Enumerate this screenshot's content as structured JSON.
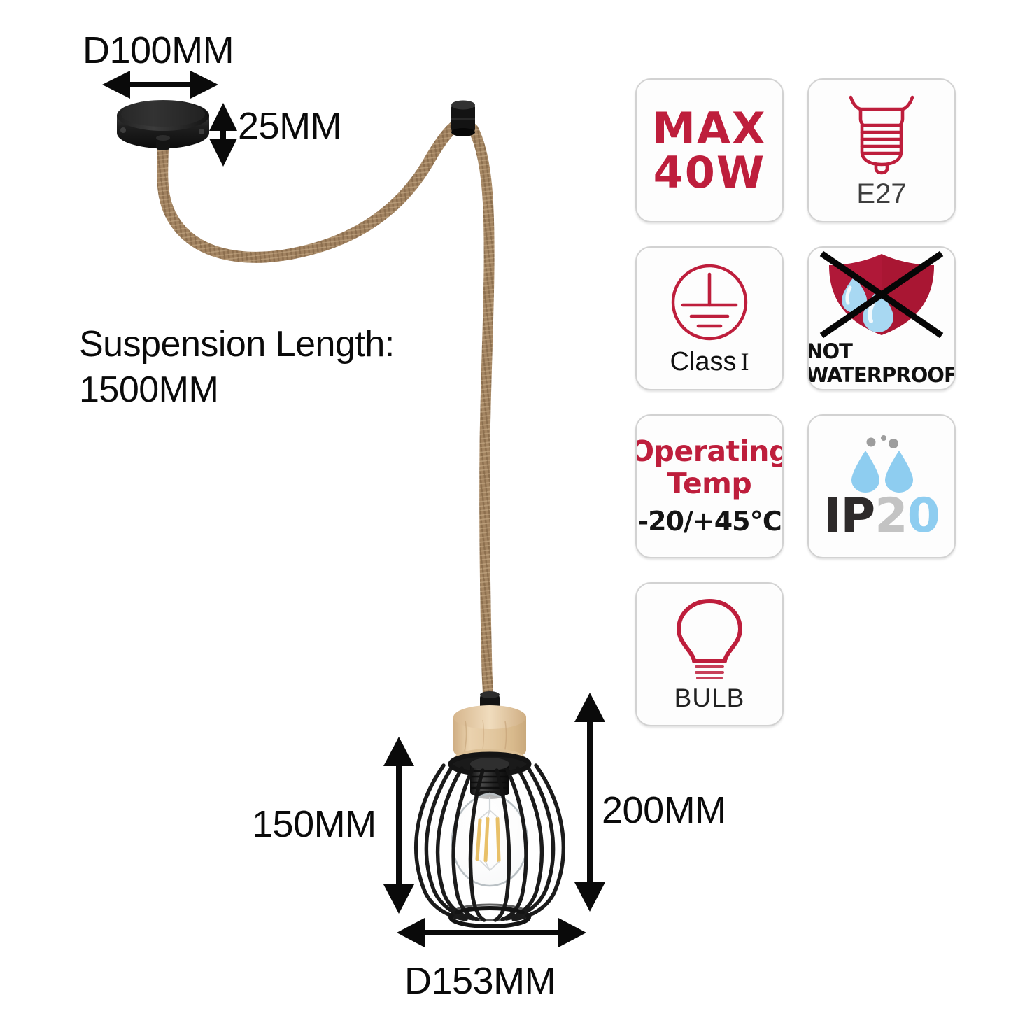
{
  "product": {
    "type": "pendant-light-dimension-diagram",
    "background_color": "#ffffff"
  },
  "dimensions": {
    "canopy_diameter": "D100MM",
    "canopy_height": "25MM",
    "suspension_label": "Suspension Length:\n1500MM",
    "shade_height": "150MM",
    "total_height": "200MM",
    "shade_diameter": "D153MM"
  },
  "colors": {
    "accent_red": "#be1e3c",
    "shield_red": "#b01838",
    "water_blue": "#8ecdf0",
    "cord_jute": "#ab8a66",
    "wood_cap": "#e0c49b",
    "metal_black": "#1c1c1c",
    "filament_amber": "#e8c068",
    "box_border": "#d2d2d2",
    "ip_dark": "#2e2b2b",
    "ip_gray": "#c3c3c3"
  },
  "spec_icons": [
    {
      "id": "max-wattage",
      "icon": "max-wattage-text",
      "line1": "MAX",
      "line2": "40W",
      "caption": ""
    },
    {
      "id": "lamp-base",
      "icon": "e27-socket-icon",
      "caption": "E27"
    },
    {
      "id": "protection-class",
      "icon": "class-1-earth-icon",
      "caption": "Class",
      "caption_suffix": "I"
    },
    {
      "id": "waterproof-rating",
      "icon": "not-waterproof-icon",
      "caption": "NOT WATERPROOF"
    },
    {
      "id": "operating-temp",
      "icon": "operating-temp-text",
      "line1": "Operating",
      "line2": "Temp",
      "value": "-20/+45℃"
    },
    {
      "id": "ingress-protection",
      "icon": "ip20-droplet-icon",
      "ip_prefix": "IP",
      "ip_digit_gray": "2",
      "ip_digit_blue": "0"
    },
    {
      "id": "bulb-type",
      "icon": "bulb-outline-icon",
      "caption": "BULB"
    }
  ]
}
